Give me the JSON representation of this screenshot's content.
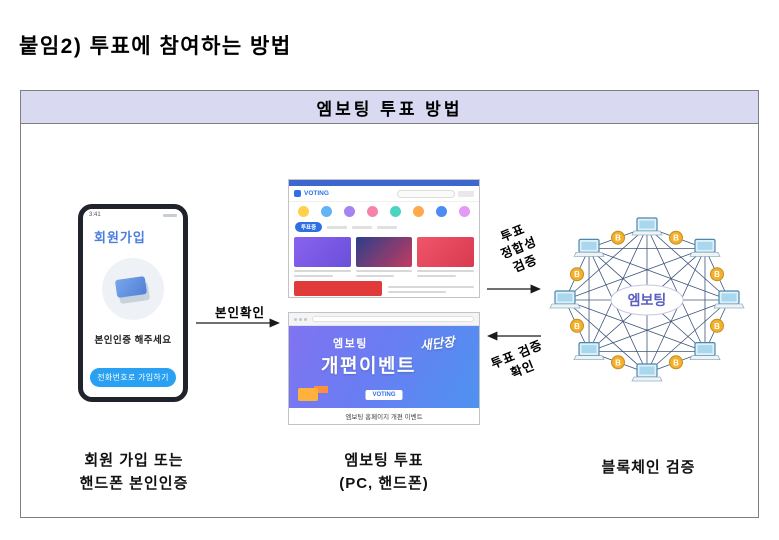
{
  "page": {
    "title": "붙임2) 투표에 참여하는 방법"
  },
  "header": {
    "title": "엠보팅 투표 방법"
  },
  "phone": {
    "time": "3:41",
    "app_title": "회원가입",
    "prompt": "본인인증 해주세요",
    "button": "전화번호로 가입하기"
  },
  "site": {
    "brand": "VOTING",
    "tab": "투표중"
  },
  "banner": {
    "line1": "엠보팅",
    "line2": "개편이벤트",
    "badge": "새단장",
    "brand": "VOTING",
    "caption": "엠보팅 홈페이지 개편 이벤트"
  },
  "network": {
    "center_label": "엠보팅",
    "coin_symbol": "B"
  },
  "arrows": {
    "verify": "본인확인",
    "integrity_l1": "투표",
    "integrity_l2": "정합성",
    "integrity_l3": "검증",
    "confirm_l1": "투표 검증",
    "confirm_l2": "확인"
  },
  "captions": {
    "left_l1": "회원 가입 또는",
    "left_l2": "핸드폰 본인인증",
    "mid_l1": "엠보팅 투표",
    "mid_l2": "(PC, 핸드폰)",
    "right": "블록체인 검증"
  },
  "colors": {
    "header_bg": "#d9d9f2",
    "phone_button": "#29a0f2",
    "banner_gradient_from": "#8173f2",
    "banner_gradient_to": "#4d93f0",
    "coin": "#f3b02c",
    "mesh_line": "#1f3864",
    "brand_blue": "#2f6fe4"
  }
}
